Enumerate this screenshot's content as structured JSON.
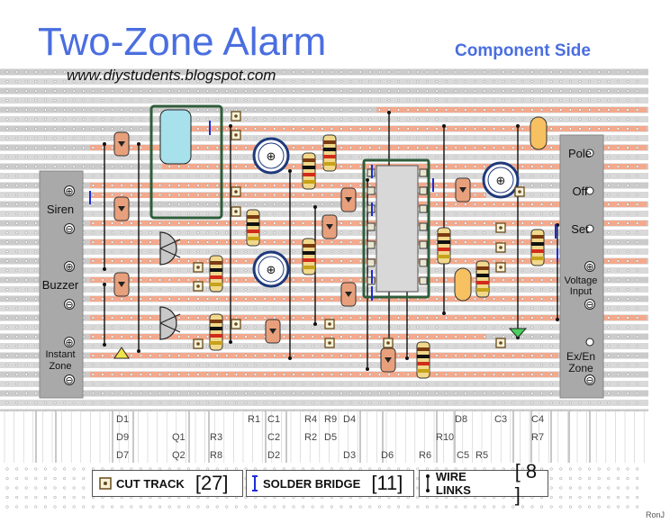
{
  "header": {
    "title": "Two-Zone Alarm",
    "subtitle": "Component Side",
    "url": "www.diystudents.blogspot.com"
  },
  "left_rail": {
    "labels": [
      "Siren",
      "Buzzer",
      "Instant",
      "Zone"
    ]
  },
  "right_rail": {
    "labels": [
      "Pole",
      "Off",
      "Set",
      "Voltage",
      "Input",
      "Ex/En",
      "Zone"
    ]
  },
  "component_labels": [
    {
      "text": "D1"
    },
    {
      "text": "D9"
    },
    {
      "text": "D7"
    },
    {
      "text": "Q1"
    },
    {
      "text": "Q2"
    },
    {
      "text": "R3"
    },
    {
      "text": "R8"
    },
    {
      "text": "R1"
    },
    {
      "text": "C1"
    },
    {
      "text": "C2"
    },
    {
      "text": "D2"
    },
    {
      "text": "R4"
    },
    {
      "text": "R9"
    },
    {
      "text": "R2"
    },
    {
      "text": "D5"
    },
    {
      "text": "D4"
    },
    {
      "text": "D3"
    },
    {
      "text": "D6"
    },
    {
      "text": "R6"
    },
    {
      "text": "R10"
    },
    {
      "text": "D8"
    },
    {
      "text": "C5"
    },
    {
      "text": "R5"
    },
    {
      "text": "C3"
    },
    {
      "text": "C4"
    },
    {
      "text": "R7"
    }
  ],
  "legend": {
    "cut_track_label": "CUT TRACK",
    "cut_track_count": "[27]",
    "solder_bridge_label": "SOLDER BRIDGE",
    "solder_bridge_count": "[11]",
    "wire_links_label": "WIRE LINKS",
    "wire_links_count": "[ 8 ]"
  },
  "signature": "RonJ",
  "colors": {
    "track_highlight": "#f4a98c",
    "board_strip": "#cfcfcf",
    "rail_grey": "#a9a9a9",
    "title_blue": "#4a6ee0",
    "bridge_blue": "#1e2bd8",
    "ic_green": "#2f5d3a"
  }
}
